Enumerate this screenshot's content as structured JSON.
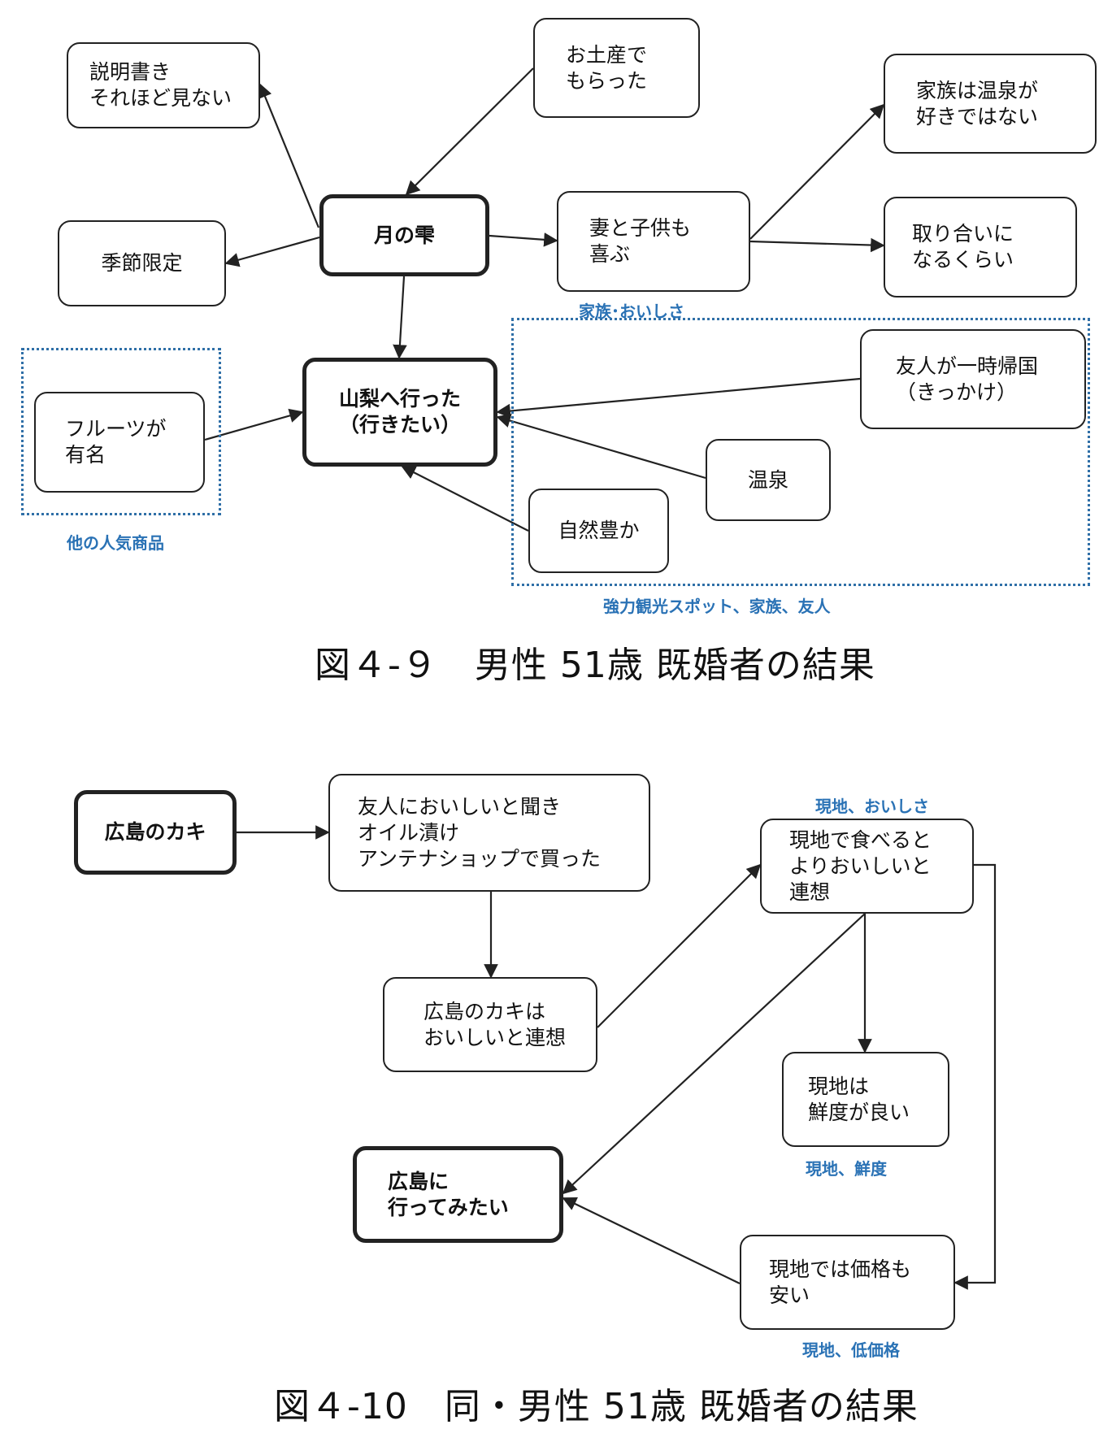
{
  "figure1": {
    "caption": "図４-９　男性 51歳 既婚者の結果",
    "nodes": {
      "moon": "月の雫",
      "manual": "説明書き\nそれほど見ない",
      "season": "季節限定",
      "souvenir": "お土産で\nもらった",
      "wife": "妻と子供も\n喜ぶ",
      "onsen_family": "家族は温泉が\n好きではない",
      "fight": "取り合いに\nなるくらい",
      "yamanashi": "山梨へ行った\n（行きたい）",
      "fruit": "フルーツが\n有名",
      "friend": "友人が一時帰国\n（きっかけ）",
      "onsen": "温泉",
      "nature": "自然豊か"
    },
    "groups": {
      "family_taste": "家族･おいしさ",
      "other_popular": "他の人気商品",
      "strong_spot": "強力観光スポット、家族、友人"
    }
  },
  "figure2": {
    "caption": "図４-10　同・男性 51歳 既婚者の結果",
    "nodes": {
      "oyster": "広島のカキ",
      "friend_heard": "友人においしいと聞き\nオイル漬け\nアンテナショップで買った",
      "assoc": "広島のカキは\nおいしいと連想",
      "local_taste": "現地で食べると\nよりおいしいと\n連想",
      "fresh": "現地は\n鮮度が良い",
      "want_go": "広島に\n行ってみたい",
      "cheap": "現地では価格も\n安い"
    },
    "groups": {
      "local_taste": "現地、おいしさ",
      "local_fresh": "現地、鮮度",
      "local_price": "現地、低価格"
    }
  },
  "colors": {
    "group_label": "#2a72b5",
    "dotted_border": "#2f6fa7",
    "line": "#222222"
  }
}
